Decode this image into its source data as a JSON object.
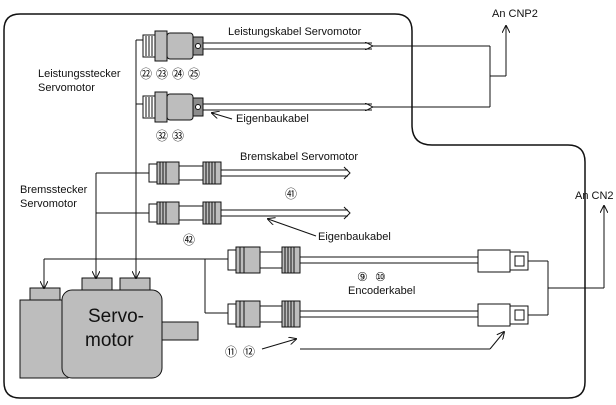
{
  "labels": {
    "an_cnp2": "An CNP2",
    "an_cn2": "An CN2",
    "leistungskabel": "Leistungskabel Servomotor",
    "leistungsstecker_1": "Leistungsstecker",
    "leistungsstecker_2": "Servomotor",
    "eigenbaukabel_1": "Eigenbaukabel",
    "bremskabel": "Bremskabel Servomotor",
    "bremsstecker_1": "Bremsstecker",
    "bremsstecker_2": "Servomotor",
    "eigenbaukabel_2": "Eigenbaukabel",
    "encoderkabel": "Encoderkabel",
    "motor_1": "Servo-",
    "motor_2": "motor"
  },
  "numbers": {
    "n22": "㉒",
    "n23": "㉓",
    "n24": "㉔",
    "n25": "㉕",
    "n32": "㉜",
    "n33": "㉝",
    "n41": "㊶",
    "n42": "㊷",
    "n9": "⑨",
    "n10": "⑩",
    "n11": "⑪",
    "n12": "⑫"
  },
  "colors": {
    "line": "#111111",
    "fill": "#bdbdbd",
    "dark": "#8c8c8c",
    "border": "#111111"
  }
}
